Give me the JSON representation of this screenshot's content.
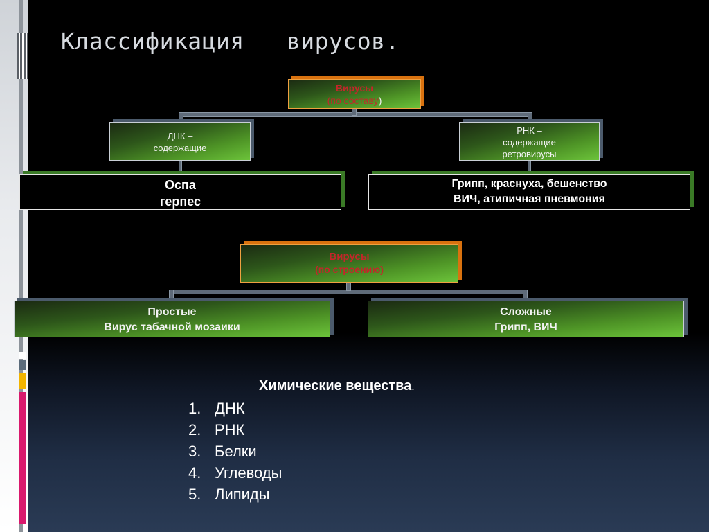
{
  "title": "Классификация   вирусов.",
  "composition": {
    "root_line1": "Вирусы",
    "root_line2": "(по составу",
    "root_line2_tail": ")",
    "dna_line1": "ДНК –",
    "dna_line2": "содержащие",
    "rna_line1": "РНК –",
    "rna_line2": "содержащие",
    "rna_line3": "ретровирусы",
    "dna_examples_line1": "Оспа",
    "dna_examples_line2": "герпес",
    "rna_examples_line1": "Грипп, краснуха, бешенство",
    "rna_examples_line2": "ВИЧ, атипичная пневмония"
  },
  "structure": {
    "root_line1": "Вирусы",
    "root_line2": "(по строению)",
    "simple_line1": "Простые",
    "simple_line2": "Вирус табачной мозаики",
    "complex_line1": "Сложные",
    "complex_line2": "Грипп, ВИЧ"
  },
  "chemicals": {
    "title": "Химические вещества",
    "title_tail": ".",
    "items": [
      {
        "num": "1.",
        "label": "ДНК"
      },
      {
        "num": "2.",
        "label": "РНК"
      },
      {
        "num": "3.",
        "label": "Белки"
      },
      {
        "num": "4.",
        "label": "Углеводы"
      },
      {
        "num": "5.",
        "label": "Липиды"
      }
    ]
  },
  "colors": {
    "accent_green": "#6cc33a",
    "accent_orange": "#d9720f",
    "label_red": "#c4262a",
    "deco_pink": "#d9196d",
    "deco_yellow": "#f2b400",
    "deco_slate": "#5b6b7b"
  }
}
